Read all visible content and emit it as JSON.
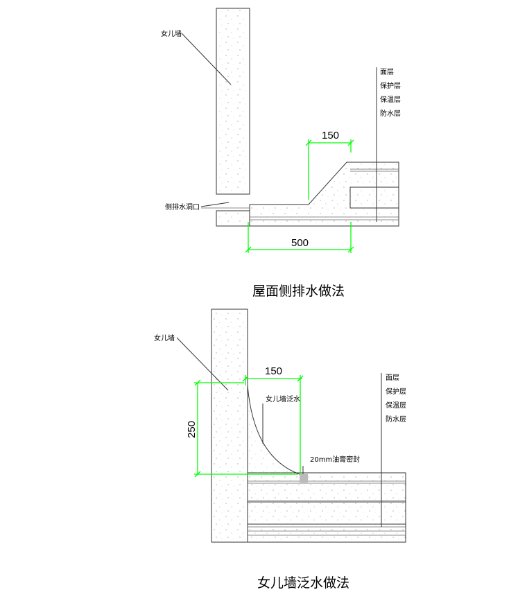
{
  "diagram1": {
    "title": "屋面侧排水做法",
    "wall_label": "女儿墙",
    "outlet_label": "侧排水洞口",
    "layers": [
      "面层",
      "保护层",
      "保温层",
      "防水层"
    ],
    "dim_top": "150",
    "dim_bottom": "500"
  },
  "diagram2": {
    "title": "女儿墙泛水做法",
    "wall_label": "女儿墙",
    "flashing_label": "女儿墙泛水",
    "seal_label": "20mm油膏密封",
    "layers": [
      "面层",
      "保护层",
      "保温层",
      "防水层"
    ],
    "dim_top": "150",
    "dim_side": "250"
  },
  "colors": {
    "dimension": "#00ff00",
    "lines": "#333333",
    "seal": "#bbbbbb"
  }
}
